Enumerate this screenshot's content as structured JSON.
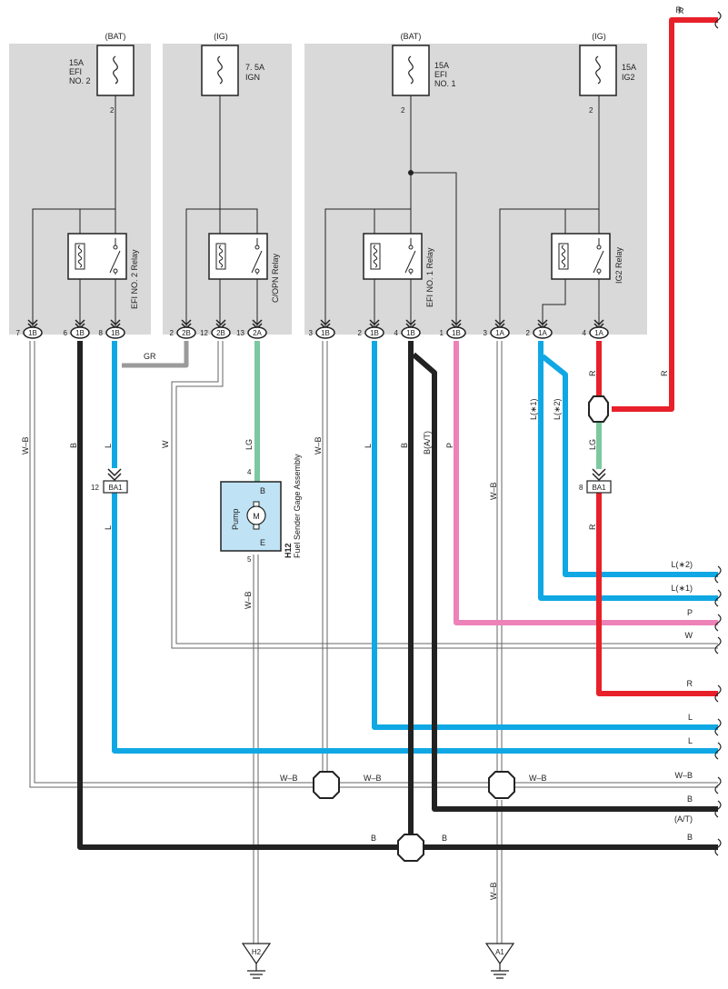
{
  "fuses": [
    {
      "header": "(BAT)",
      "rating": "15A",
      "name1": "EFI",
      "name2": "NO. 2",
      "pin": "2"
    },
    {
      "header": "(IG)",
      "rating": "7. 5A",
      "name1": "IGN",
      "name2": "",
      "pin": ""
    },
    {
      "header": "(BAT)",
      "rating": "15A",
      "name1": "EFI",
      "name2": "NO. 1",
      "pin": "2"
    },
    {
      "header": "(IG)",
      "rating": "15A",
      "name1": "IG2",
      "name2": "",
      "pin": "2"
    }
  ],
  "relays": [
    "EFI NO. 2 Relay",
    "C/OPN Relay",
    "EFI NO. 1 Relay",
    "IG2 Relay"
  ],
  "connectors": [
    {
      "pin": "7",
      "code": "1B"
    },
    {
      "pin": "6",
      "code": "1B"
    },
    {
      "pin": "8",
      "code": "1B"
    },
    {
      "pin": "2",
      "code": "2B"
    },
    {
      "pin": "12",
      "code": "2B"
    },
    {
      "pin": "13",
      "code": "2A"
    },
    {
      "pin": "3",
      "code": "1B"
    },
    {
      "pin": "2",
      "code": "1B"
    },
    {
      "pin": "4",
      "code": "1B"
    },
    {
      "pin": "1",
      "code": "1B"
    },
    {
      "pin": "3",
      "code": "1A"
    },
    {
      "pin": "2",
      "code": "1A"
    },
    {
      "pin": "4",
      "code": "1A"
    }
  ],
  "wire_labels": {
    "wb1": "W–B",
    "b1": "B",
    "l1": "L",
    "w1": "W",
    "gr": "GR",
    "lg1": "LG",
    "wb2": "W–B",
    "l2": "L",
    "b2": "B",
    "bat": "B(A/T)",
    "p1": "P",
    "wb3": "W–B",
    "l_s1": "L(∗1)",
    "l_s2": "L(∗2)",
    "r_top": "R",
    "r1": "R",
    "lg2": "LG",
    "r2": "R",
    "r_mid": "R",
    "wb_bottom1": "W–B",
    "wb_bottom2": "W–B",
    "wb_bottom3": "W–B",
    "l_ba": "L"
  },
  "right_edge_labels": [
    "R",
    "L(∗2)",
    "L(∗1)",
    "P",
    "W",
    "R",
    "L",
    "L",
    "W–B",
    "B",
    "(A/T)",
    "B"
  ],
  "bus_labels": {
    "wb_a": "W–B",
    "wb_b": "W–B",
    "wb_c": "W–B",
    "b_a": "B",
    "b_b": "B"
  },
  "junctions": [
    {
      "code": "BA1",
      "pin": "12"
    },
    {
      "code": "BA1",
      "pin": "8"
    }
  ],
  "component": {
    "id": "H12",
    "name": "Fuel Sender Gage Assembly",
    "inner": "Pump",
    "motor": "M",
    "pin_b": "B",
    "pin_e": "E",
    "pin_top": "4",
    "pin_bottom": "5"
  },
  "grounds": [
    "H2",
    "A1"
  ],
  "colors": {
    "red": "#e8202a",
    "blue": "#10a8e4",
    "black": "#222222",
    "pink": "#ec82b8",
    "green": "#7cc8a0",
    "gray": "#9a9a9a",
    "panel": "#d9d9d9",
    "motor": "#bfe3f5"
  }
}
